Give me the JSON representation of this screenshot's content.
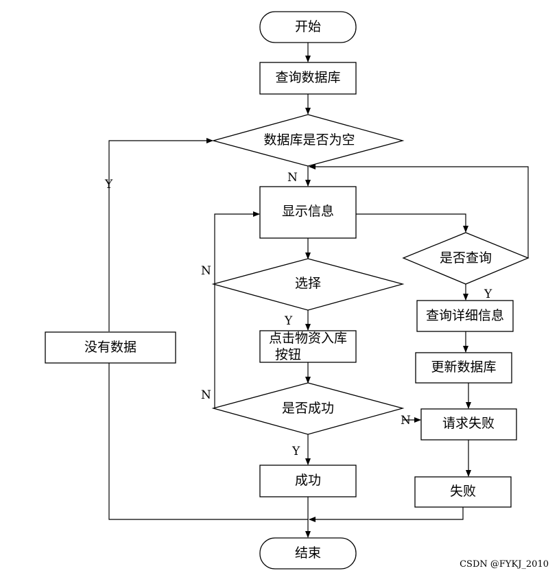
{
  "nodes": {
    "start": "开始",
    "query_db": "查询数据库",
    "db_empty": "数据库是否为空",
    "show_info": "显示信息",
    "is_query": "是否查询",
    "select": "选择",
    "click_button_line1": "点击物资入库",
    "click_button_line2": "按钮",
    "query_detail": "查询详细信息",
    "update_db": "更新数据库",
    "is_success": "是否成功",
    "request_fail": "请求失败",
    "no_data": "没有数据",
    "success": "成功",
    "fail": "失败",
    "end": "结束"
  },
  "edge_labels": {
    "db_empty_yes": "Y",
    "db_empty_no": "N",
    "select_no": "N",
    "select_yes": "Y",
    "is_query_yes": "Y",
    "is_success_no_loop": "N",
    "is_success_no_fail": "N",
    "is_success_yes": "Y"
  },
  "watermark": "CSDN @FYKJ_2010"
}
